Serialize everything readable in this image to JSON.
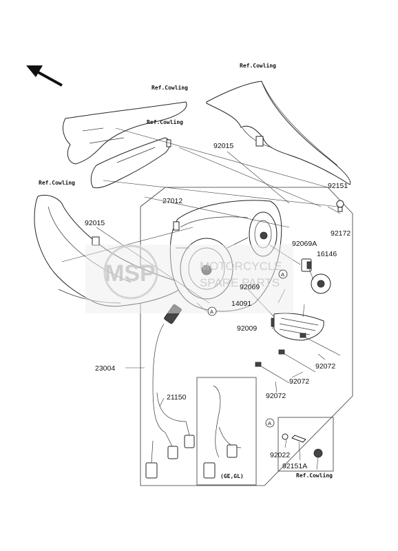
{
  "diagram": {
    "watermark": {
      "brand": "MSP",
      "line1": "MOTORCYCLE",
      "line2": "SPARE PARTS"
    },
    "part_numbers": [
      "92015",
      "92151",
      "27012",
      "92172",
      "92015",
      "92069A",
      "16146",
      "92069",
      "14091",
      "92009",
      "23004",
      "92072",
      "92072",
      "92072",
      "21150",
      "92022",
      "92151A"
    ],
    "references": [
      "Ref.Cowling",
      "Ref.Cowling",
      "Ref.Cowling",
      "Ref.Cowling",
      "Ref.Cowling"
    ],
    "connector_marks": [
      "A",
      "A",
      "A"
    ],
    "variant_note": "(GE,GL)"
  }
}
